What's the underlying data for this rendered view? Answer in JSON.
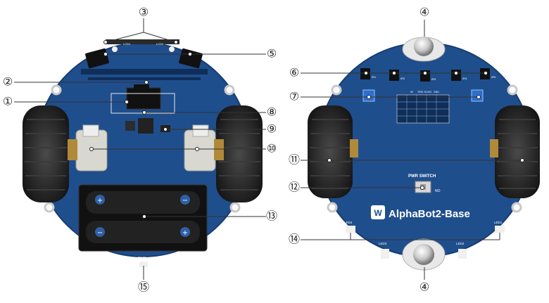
{
  "brand": {
    "logo_text": "AlphaBot2-Base",
    "pcb_blue": "#1f4e8c",
    "pcb_blue_dark": "#173d72"
  },
  "board_left": {
    "label_pwr": "PWR",
    "label_lcd1": "LCD1",
    "label_lcd2": "LCD2"
  },
  "board_right": {
    "label_pwr_switch": "PWR SWITCH",
    "label_no": "NO",
    "label_led1": "LED1",
    "label_led2": "LED2",
    "label_led3": "LED3",
    "label_led4": "LED4",
    "sensor_labels": [
      "IR1",
      "IR2",
      "IR3",
      "IR4",
      "IR5"
    ],
    "header_labels": [
      "5V",
      "TRIG",
      "ECHO",
      "GND"
    ]
  },
  "callouts": [
    {
      "id": "c1",
      "text": "①"
    },
    {
      "id": "c2",
      "text": "②"
    },
    {
      "id": "c3",
      "text": "③"
    },
    {
      "id": "c4a",
      "text": "④"
    },
    {
      "id": "c4b",
      "text": "④"
    },
    {
      "id": "c5",
      "text": "⑤"
    },
    {
      "id": "c6",
      "text": "⑥"
    },
    {
      "id": "c7",
      "text": "⑦"
    },
    {
      "id": "c8",
      "text": "⑧"
    },
    {
      "id": "c9",
      "text": "⑨"
    },
    {
      "id": "c10",
      "text": "⑩"
    },
    {
      "id": "c11",
      "text": "⑪"
    },
    {
      "id": "c12",
      "text": "⑫"
    },
    {
      "id": "c13",
      "text": "⑬"
    },
    {
      "id": "c14",
      "text": "⑭"
    },
    {
      "id": "c15",
      "text": "⑮"
    }
  ]
}
